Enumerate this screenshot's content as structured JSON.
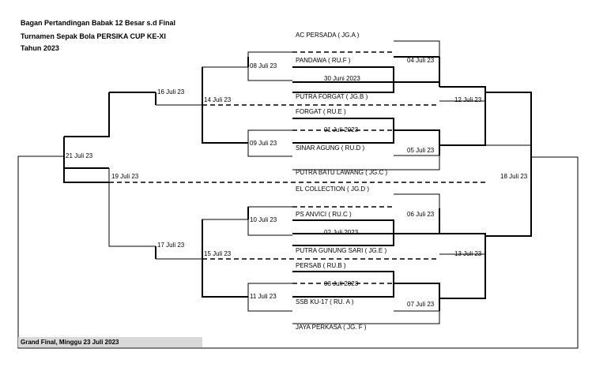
{
  "header": {
    "line1": "Bagan Pertandingan Babak 12 Besar s.d Final",
    "line2": "Turnamen Sepak Bola PERSIKA CUP KE-XI",
    "line3": "Tahun 2023"
  },
  "teams": {
    "t1": "AC PERSADA ( JG.A )",
    "t2": "PANDAWA ( RU.F )",
    "t3": "PUTRA FORGAT ( JG.B )",
    "t4": "FORGAT ( RU.E )",
    "t5": "SINAR AGUNG ( RU.D )",
    "t6": "PUTRA BATU LAWANG ( JG.C )",
    "t7": "EL COLLECTION ( JG.D )",
    "t8": "PS ANVICI ( RU.C )",
    "t9": "PUTRA GUNUNG SARI ( JG.E )",
    "t10": "PERSAB ( RU.B )",
    "t11": "SSB KU-17 ( RU. A )",
    "t12": "JAYA PERKASA ( JG. F )"
  },
  "dates": {
    "d30jun": "30 Juni 2023",
    "d01jul": "01 Juli 2023",
    "d02jul": "02 Juli 2023",
    "d03jul": "03 Juli 2023",
    "d04jul": "04 Juli 23",
    "d05jul": "05 Juli 23",
    "d06jul": "06 Juli 23",
    "d07jul": "07 Juli 23",
    "d08jul": "08 Juli 23",
    "d09jul": "09 Juli 23",
    "d10jul": "10 Juli 23",
    "d11jul": "11 Juli 23",
    "d12jul": "12 Juli 23",
    "d13jul": "13 Juli 23",
    "d14jul": "14 Juli 23",
    "d15jul": "15 Juli 23",
    "d16jul": "16 Juli 23",
    "d17jul": "17 Juli 23",
    "d18jul": "18 Juli 23",
    "d19jul": "19 Juli 23",
    "d21jul": "21 Juli 23"
  },
  "grand_final": "Grand Final, Minggu 23 Juli 2023"
}
